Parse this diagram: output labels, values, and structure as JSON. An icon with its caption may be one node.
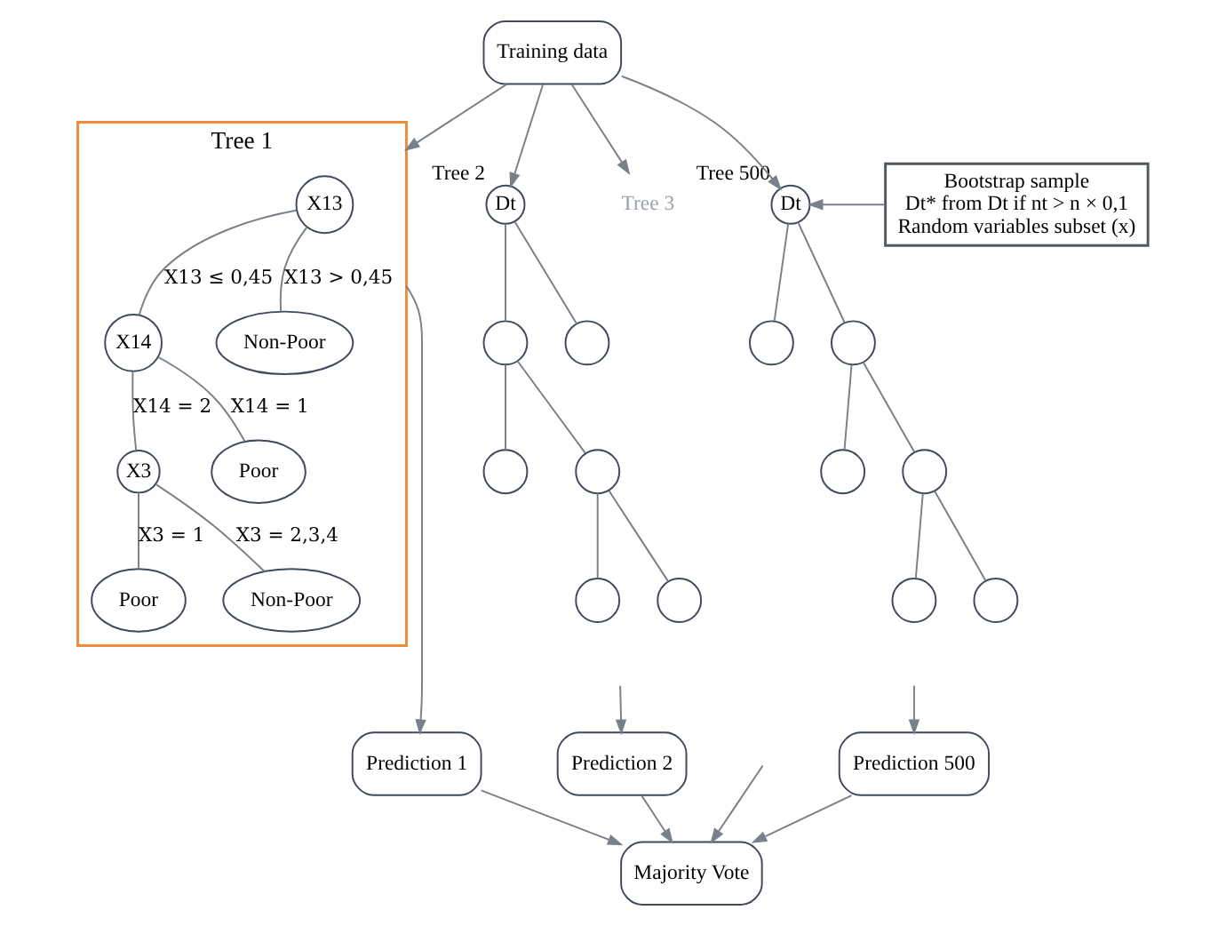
{
  "diagram": {
    "nodes": [
      {
        "text": [
          "Training data"
        ]
      },
      {
        "text": [
          "Tree 1"
        ]
      },
      {
        "text": [
          "X13"
        ],
        "in": 1
      },
      {
        "text": [
          "X14"
        ],
        "in": 1
      },
      {
        "text": [
          "Non-Poor"
        ],
        "in": 1
      },
      {
        "text": [
          "X3"
        ],
        "in": 1
      },
      {
        "text": [
          "Poor"
        ],
        "in": 1
      },
      {
        "text": [
          "Poor"
        ],
        "in": 1
      },
      {
        "text": [
          "Non-Poor"
        ],
        "in": 1
      },
      {
        "text": [
          "Dt"
        ],
        "beside": [
          "Tree 2"
        ]
      },
      {
        "text": [],
        "shape": "circle"
      },
      {
        "text": [],
        "shape": "circle"
      },
      {
        "text": [],
        "shape": "circle"
      },
      {
        "text": [],
        "shape": "circle"
      },
      {
        "text": [],
        "shape": "circle"
      },
      {
        "text": [],
        "shape": "circle"
      },
      {
        "text": [
          "Dt"
        ],
        "beside": [
          "Tree 500"
        ]
      },
      {
        "text": [],
        "shape": "circle"
      },
      {
        "text": [],
        "shape": "circle"
      },
      {
        "text": [],
        "shape": "circle"
      },
      {
        "text": [],
        "shape": "circle"
      },
      {
        "text": [],
        "shape": "circle"
      },
      {
        "text": [],
        "shape": "circle"
      },
      {
        "text": [
          "Bootstrap sample",
          "Dt* from Dt if nt > n × 0,1",
          "Random variables subset (x)"
        ]
      },
      {
        "text": [
          "Prediction 1"
        ]
      },
      {
        "text": [
          "Prediction 2"
        ]
      },
      {
        "text": [
          "Prediction 500"
        ]
      },
      {
        "text": [
          "Majority Vote"
        ]
      },
      {
        "text": [
          "Tree 3"
        ]
      }
    ],
    "edges": [
      {
        "from": 0,
        "to": 1,
        "arrow": "to"
      },
      {
        "from": 0,
        "to": 9,
        "arrow": "to"
      },
      {
        "from": 0,
        "to": 28,
        "arrow": "to"
      },
      {
        "from": 0,
        "to": 16,
        "arrow": "to"
      },
      {
        "from": 2,
        "to": 3,
        "arrow": "none",
        "label": "X13 ≤ 0,45"
      },
      {
        "from": 2,
        "to": 4,
        "arrow": "none",
        "label": "X13 > 0,45"
      },
      {
        "from": 3,
        "to": 5,
        "arrow": "none",
        "label": "X14 = 2"
      },
      {
        "from": 3,
        "to": 6,
        "arrow": "none",
        "label": "X14 = 1"
      },
      {
        "from": 5,
        "to": 7,
        "arrow": "none",
        "label": "X3 = 1"
      },
      {
        "from": 5,
        "to": 8,
        "arrow": "none",
        "label": "X3 = 2,3,4"
      },
      {
        "from": 9,
        "to": 10,
        "arrow": "none"
      },
      {
        "from": 9,
        "to": 11,
        "arrow": "none"
      },
      {
        "from": 10,
        "to": 12,
        "arrow": "none"
      },
      {
        "from": 10,
        "to": 13,
        "arrow": "none"
      },
      {
        "from": 13,
        "to": 14,
        "arrow": "none"
      },
      {
        "from": 13,
        "to": 15,
        "arrow": "none"
      },
      {
        "from": 16,
        "to": 17,
        "arrow": "none"
      },
      {
        "from": 16,
        "to": 18,
        "arrow": "none"
      },
      {
        "from": 18,
        "to": 19,
        "arrow": "none"
      },
      {
        "from": 18,
        "to": 20,
        "arrow": "none"
      },
      {
        "from": 20,
        "to": 21,
        "arrow": "none"
      },
      {
        "from": 20,
        "to": 22,
        "arrow": "none"
      },
      {
        "from": 23,
        "to": 16,
        "arrow": "to"
      },
      {
        "from": 1,
        "to": 24,
        "arrow": "to"
      },
      {
        "from": null,
        "to": 25,
        "arrow": "to"
      },
      {
        "from": null,
        "to": 26,
        "arrow": "to"
      },
      {
        "from": 24,
        "to": 27,
        "arrow": "to"
      },
      {
        "from": 25,
        "to": 27,
        "arrow": "to"
      },
      {
        "from": null,
        "to": 27,
        "arrow": "to"
      },
      {
        "from": 26,
        "to": 27,
        "arrow": "to"
      }
    ]
  }
}
